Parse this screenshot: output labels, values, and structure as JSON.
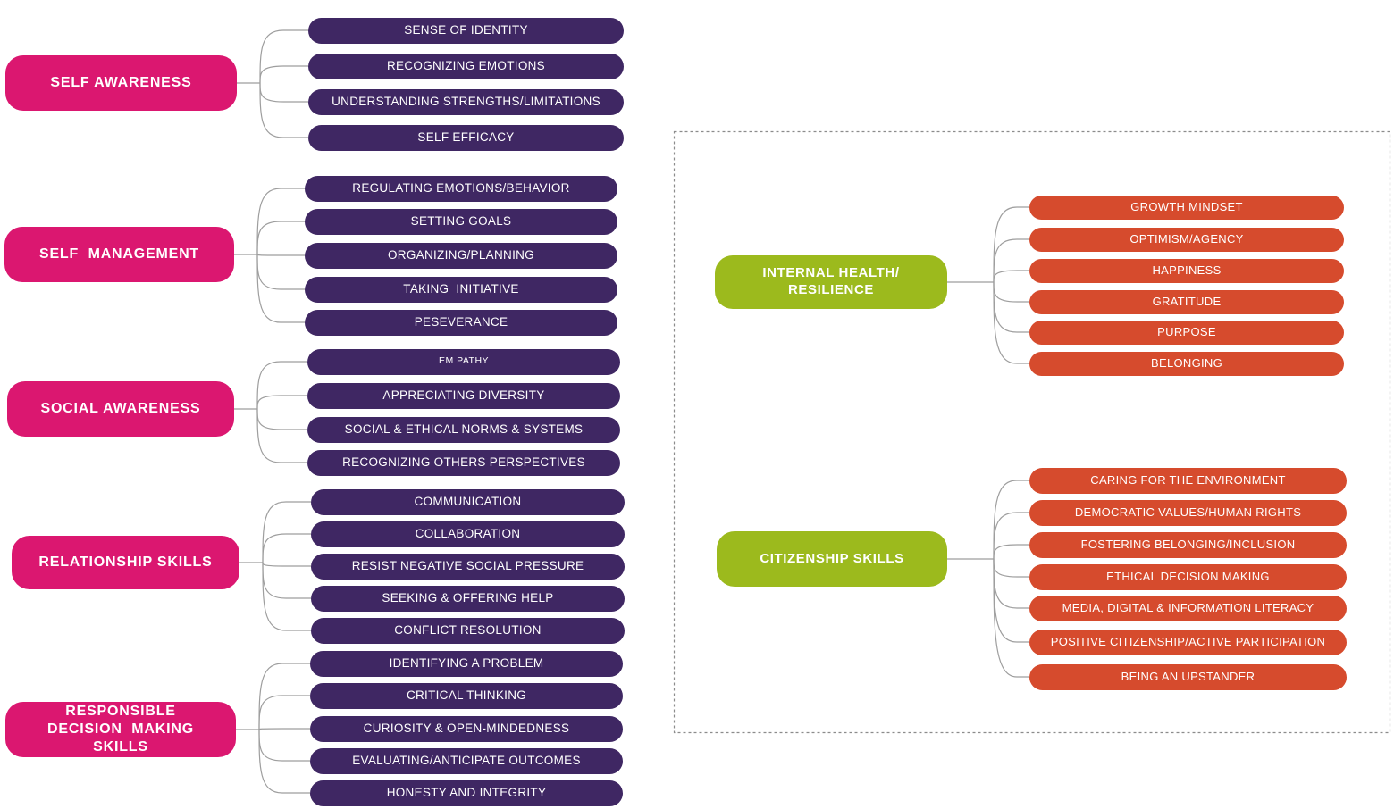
{
  "diagram": {
    "left_groups": [
      {
        "label": "SELF AWARENESS",
        "children": [
          "SENSE OF IDENTITY",
          "RECOGNIZING EMOTIONS",
          "UNDERSTANDING STRENGTHS/LIMITATIONS",
          "SELF EFFICACY"
        ]
      },
      {
        "label": "SELF  MANAGEMENT",
        "children": [
          "REGULATING EMOTIONS/BEHAVIOR",
          "SETTING GOALS",
          "ORGANIZING/PLANNING",
          "TAKING  INITIATIVE",
          "PESEVERANCE"
        ]
      },
      {
        "label": "SOCIAL AWARENESS",
        "children": [
          "EM PATHY",
          "APPRECIATING DIVERSITY",
          "SOCIAL & ETHICAL NORMS & SYSTEMS",
          "RECOGNIZING OTHERS PERSPECTIVES"
        ]
      },
      {
        "label": "RELATIONSHIP SKILLS",
        "children": [
          "COMMUNICATION",
          "COLLABORATION",
          "RESIST NEGATIVE SOCIAL PRESSURE",
          "SEEKING & OFFERING HELP",
          "CONFLICT RESOLUTION"
        ]
      },
      {
        "label": "RESPONSIBLE\nDECISION  MAKING SKILLS",
        "children": [
          "IDENTIFYING A PROBLEM",
          "CRITICAL THINKING",
          "CURIOSITY & OPEN-MINDEDNESS",
          "EVALUATING/ANTICIPATE OUTCOMES",
          "HONESTY AND INTEGRITY"
        ]
      }
    ],
    "right_groups": [
      {
        "label": "INTERNAL HEALTH/\nRESILIENCE",
        "children": [
          "GROWTH MINDSET",
          "OPTIMISM/AGENCY",
          "HAPPINESS",
          "GRATITUDE",
          "PURPOSE",
          "BELONGING"
        ]
      },
      {
        "label": "CITIZENSHIP SKILLS",
        "children": [
          "CARING FOR THE ENVIRONMENT",
          "DEMOCRATIC VALUES/HUMAN RIGHTS",
          "FOSTERING BELONGING/INCLUSION",
          "ETHICAL DECISION MAKING",
          "MEDIA, DIGITAL & INFORMATION LITERACY",
          "POSITIVE CITIZENSHIP/ACTIVE PARTICIPATION",
          "BEING AN UPSTANDER"
        ]
      }
    ],
    "small_label": "EM PATHY",
    "colors": {
      "left_parent": "#DB1770",
      "left_child": "#3F2763",
      "right_parent": "#9CBA1D",
      "right_child": "#D64B2D",
      "connector": "#9E9E9E",
      "frame_border": "#8C8C8C",
      "text": "#FFFFFF",
      "background": "#FFFFFF"
    }
  }
}
